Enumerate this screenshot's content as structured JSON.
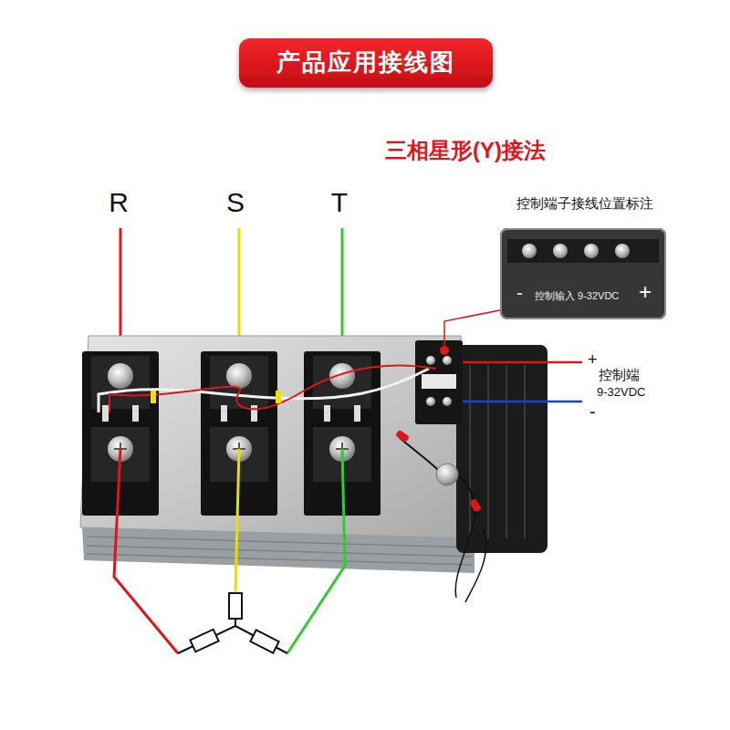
{
  "diagram": {
    "title": "产品应用接线图",
    "nodes": [
      {
        "text": [
          "控制端子接线位置标注",
          "-",
          "控制输入 9-32VDC",
          "+"
        ]
      }
    ],
    "labels": [
      "三相星形(Y)接法",
      "R",
      "S",
      "T",
      "+",
      "控制端",
      "9-32VDC",
      "-"
    ]
  }
}
